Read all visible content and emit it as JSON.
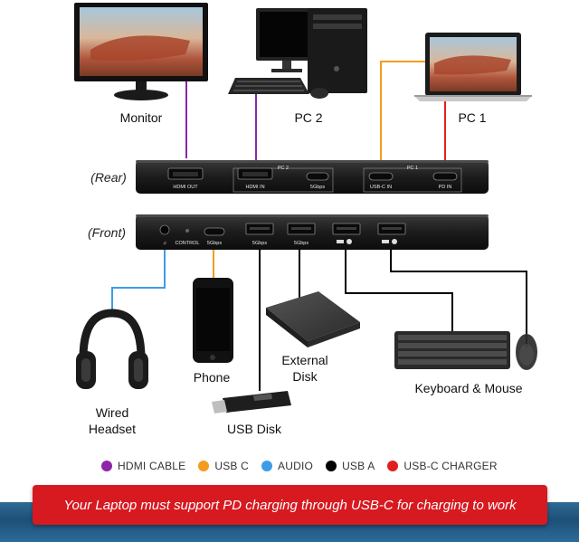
{
  "devices": {
    "monitor": "Monitor",
    "pc2": "PC 2",
    "pc1": "PC 1",
    "phone": "Phone",
    "external_disk": "External\nDisk",
    "headset": "Wired\nHeadset",
    "usb_disk": "USB Disk",
    "keyboard_mouse": "Keyboard & Mouse"
  },
  "switch": {
    "rear_label": "(Rear)",
    "front_label": "(Front)",
    "rear_ports": {
      "hdmi_out": "HDMI OUT",
      "pc2_group": "PC 2",
      "hdmi_in": "HDMI IN",
      "usb_5gbps": "5Gbps",
      "pc1_group": "PC 1",
      "usbc_in": "USB-C IN",
      "pd_in": "PD IN"
    },
    "front_ports": {
      "control": "CONTROL",
      "usbc_5gbps": "5Gbps",
      "usba1": "5Gbps",
      "usba2": "5Gbps"
    }
  },
  "legend": [
    {
      "label": "HDMI CABLE",
      "color": "#8e24aa"
    },
    {
      "label": "USB C",
      "color": "#f39c1e"
    },
    {
      "label": "AUDIO",
      "color": "#3d9be9"
    },
    {
      "label": "USB A",
      "color": "#000000"
    },
    {
      "label": "USB-C CHARGER",
      "color": "#e02020"
    }
  ],
  "banner": "Your Laptop must support PD charging through USB-C for charging to work",
  "colors": {
    "hdmi": "#8e24aa",
    "usbc": "#f39c1e",
    "audio": "#3d9be9",
    "usba": "#000000",
    "charger": "#e02020",
    "banner_bg": "#d71920"
  }
}
